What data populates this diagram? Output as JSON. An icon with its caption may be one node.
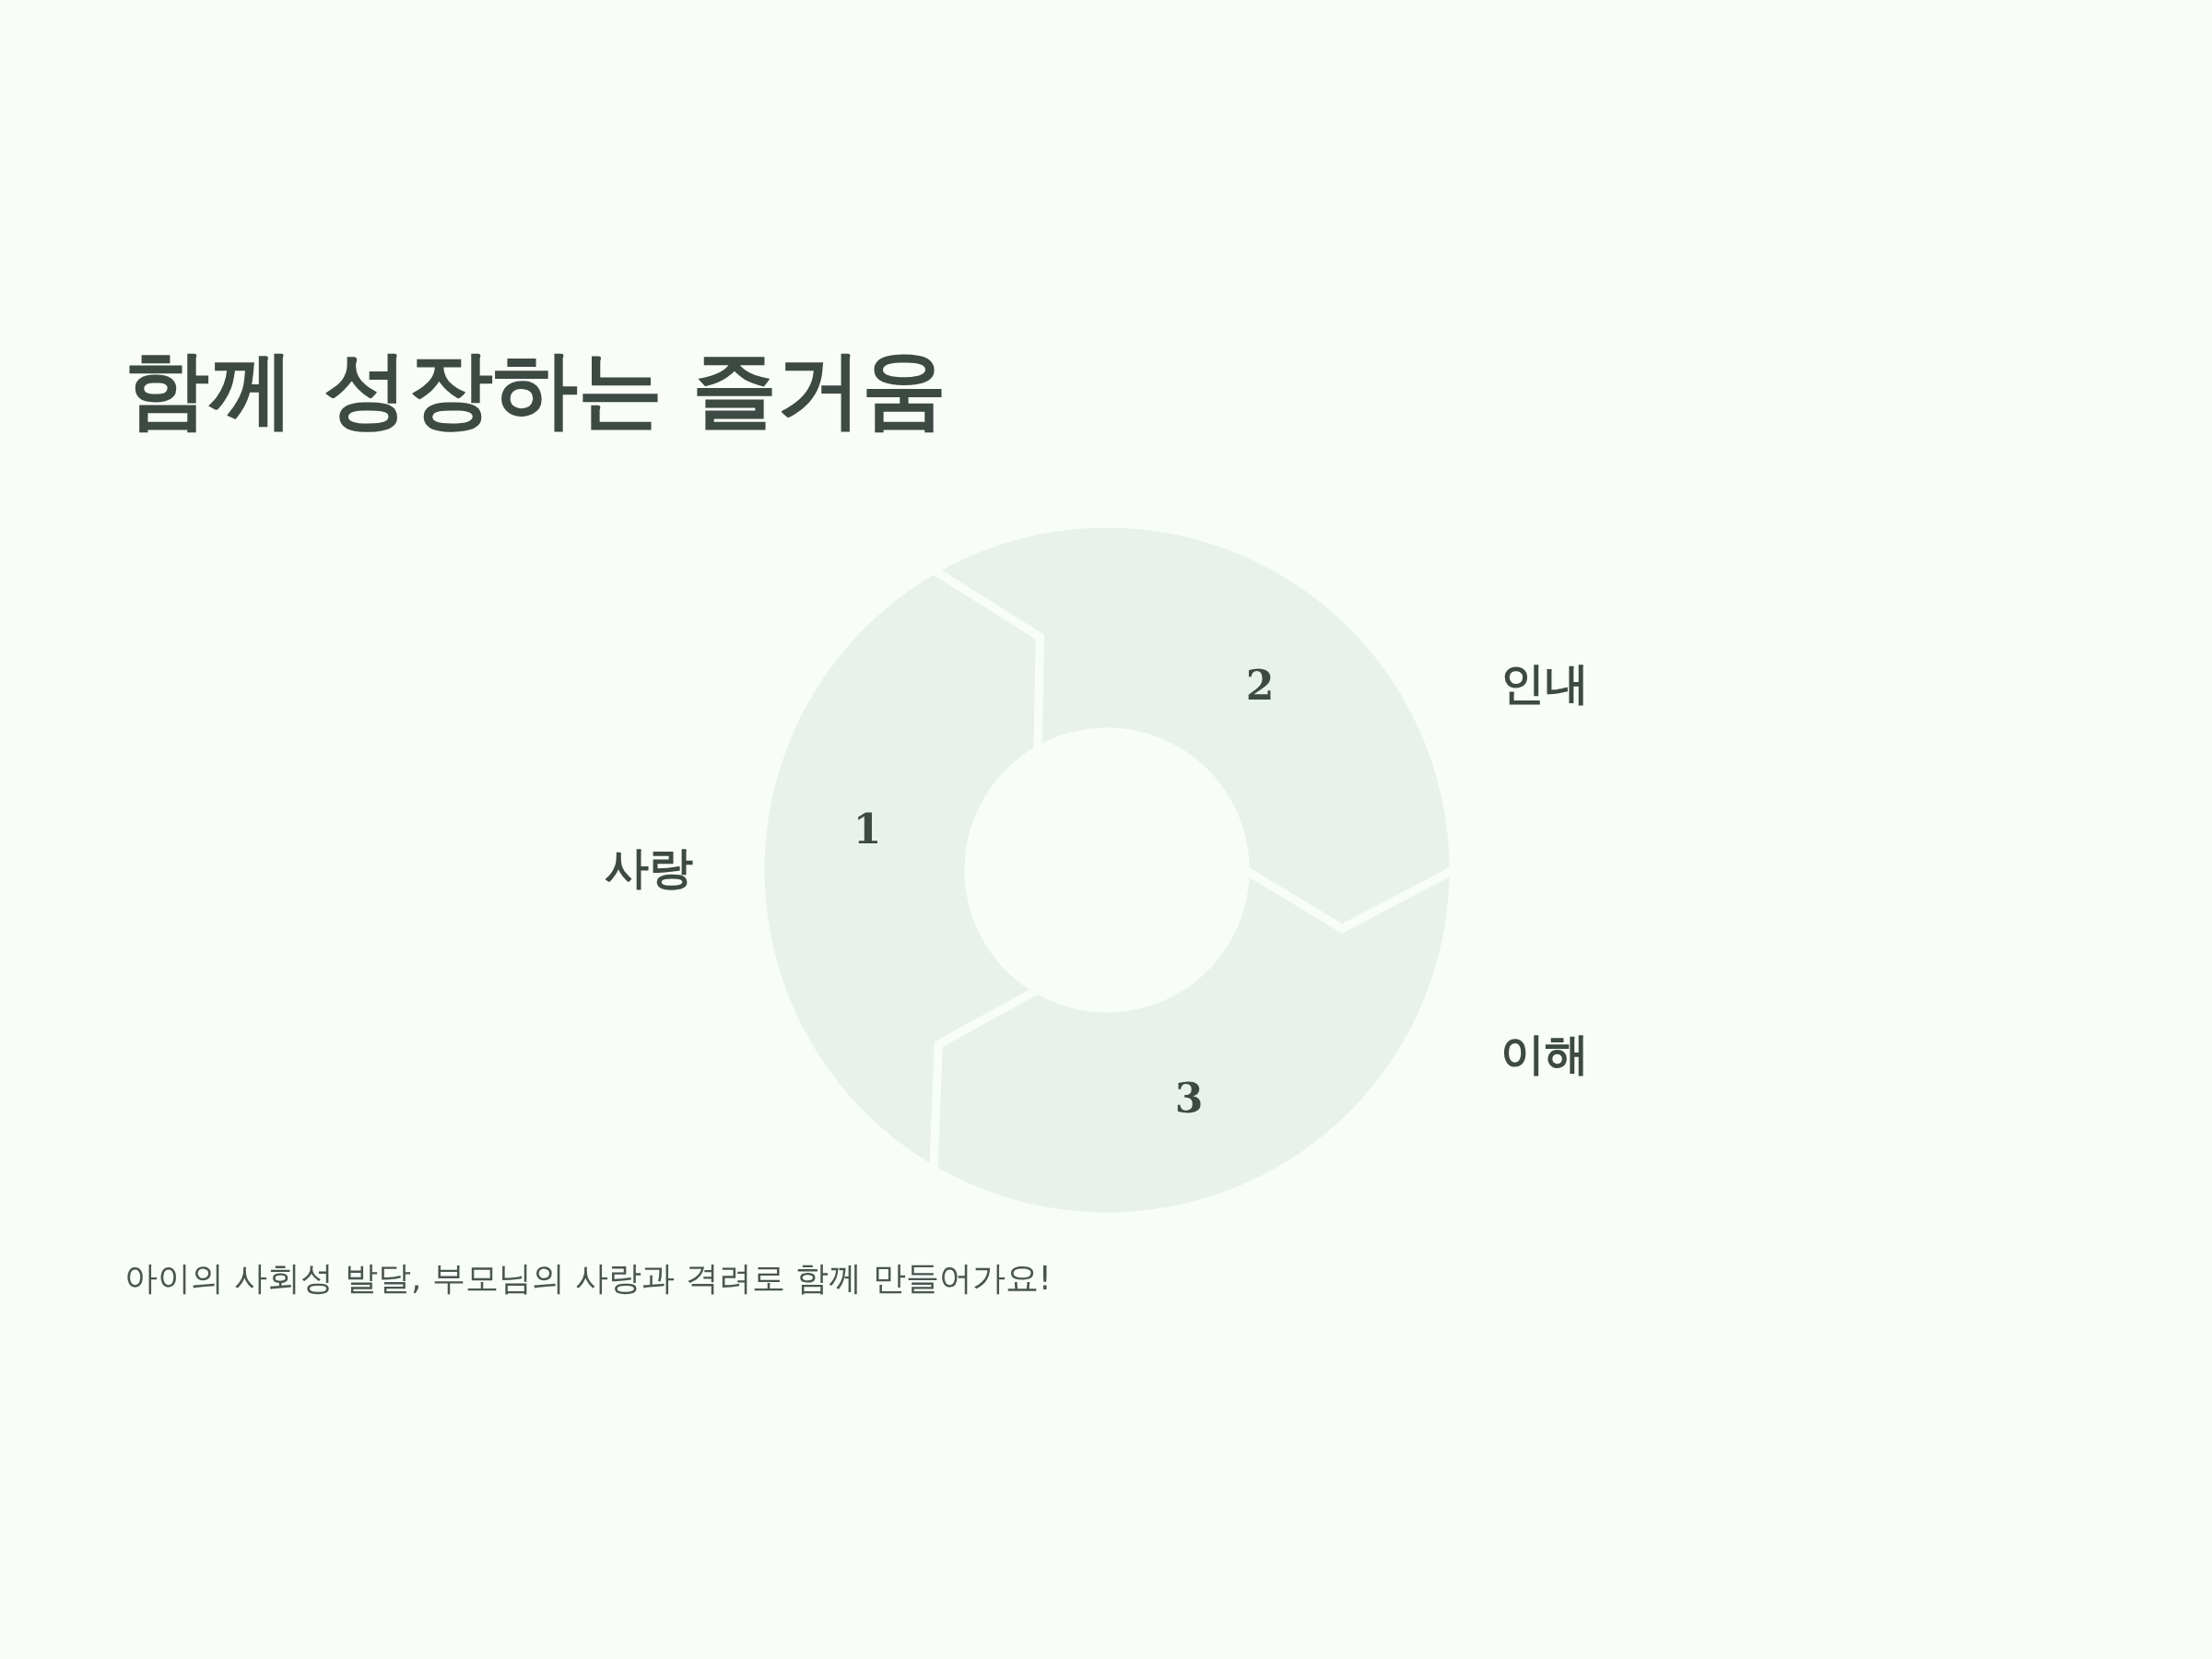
{
  "diagram": {
    "title": "함께 성장하는 즐거움",
    "nodes": [
      {
        "text": [
          "1"
        ]
      },
      {
        "text": [
          "2"
        ]
      },
      {
        "text": [
          "3"
        ]
      }
    ],
    "labels": [
      "인내",
      "사랑",
      "이해"
    ],
    "caption": "아이의 사회성 발달, 부모님의 사랑과 격려로 함께 만들어가요!"
  }
}
